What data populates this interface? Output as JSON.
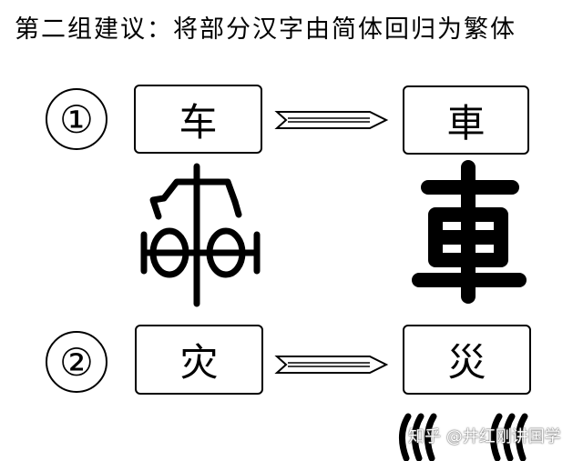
{
  "title": "第二组建议：将部分汉字由简体回归为繁体",
  "groups": [
    {
      "number": "①",
      "simplified": "车",
      "traditional": "車"
    },
    {
      "number": "②",
      "simplified": "灾",
      "traditional": "災"
    }
  ],
  "watermark": "知乎 @井红刚讲国学"
}
